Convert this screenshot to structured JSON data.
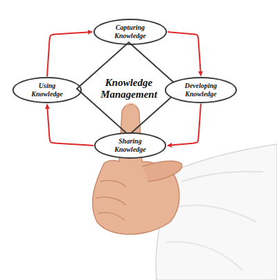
{
  "diagram": {
    "nodes": [
      {
        "text": [
          "Capturing Knowledge"
        ]
      },
      {
        "text": [
          "Using Knowledge"
        ]
      },
      {
        "text": [
          "Knowledge Management"
        ]
      },
      {
        "text": [
          "Developing Knowledge"
        ]
      },
      {
        "text": [
          "Sharing Knowledge"
        ]
      }
    ],
    "edges": [
      {
        "from": 0,
        "to": 3,
        "arrow": "to"
      },
      {
        "from": 3,
        "to": 4,
        "arrow": "to"
      },
      {
        "from": 4,
        "to": 1,
        "arrow": "to"
      },
      {
        "from": 1,
        "to": 0,
        "arrow": "to"
      }
    ]
  }
}
